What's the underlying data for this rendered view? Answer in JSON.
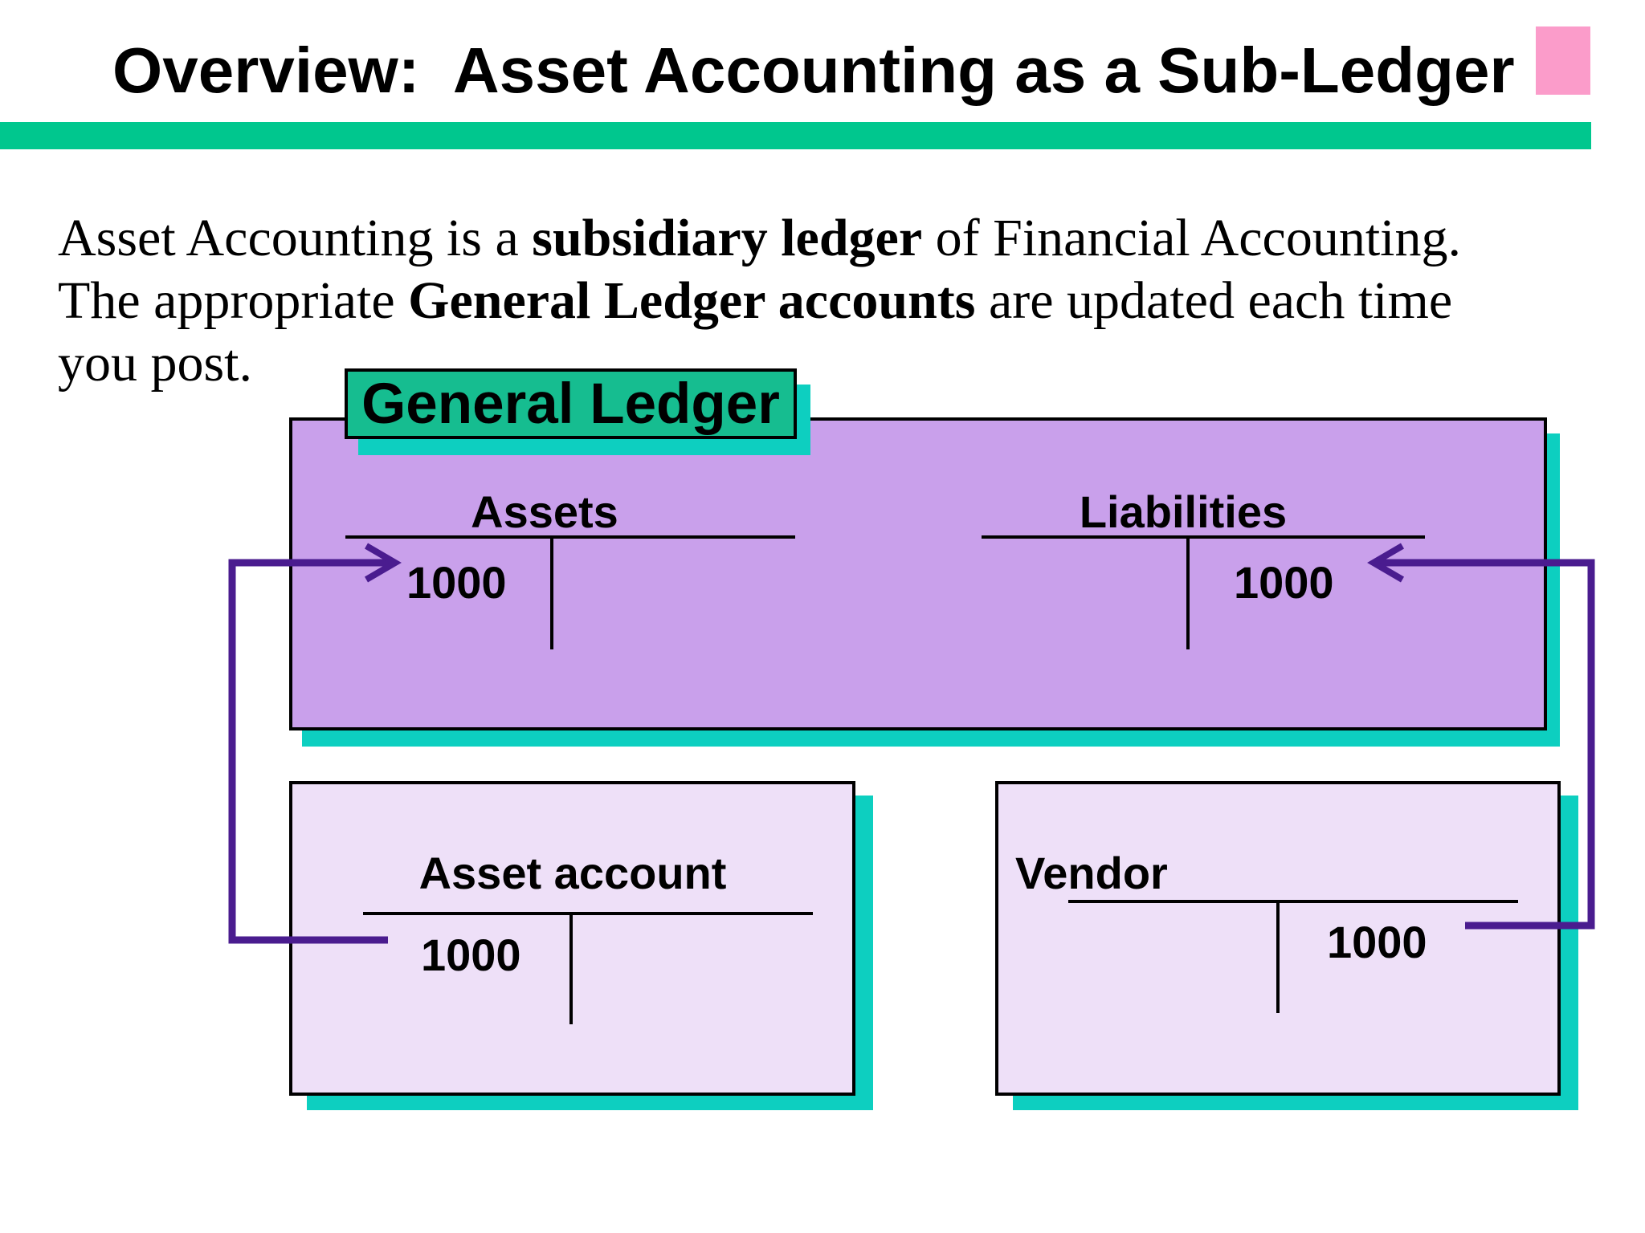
{
  "slide": {
    "title": "Overview:  Asset Accounting as a Sub-Ledger",
    "intro_lines": [
      {
        "pre": "Asset Accounting is a ",
        "bold": "subsidiary ledger",
        "post": " of Financial Accounting."
      },
      {
        "pre": "The appropriate ",
        "bold": "General Ledger accounts",
        "post": " are updated each time"
      },
      {
        "pre": "you post.",
        "bold": "",
        "post": ""
      }
    ]
  },
  "diagram": {
    "general_ledger_label": "General Ledger",
    "gl_accounts": [
      {
        "name": "Assets",
        "debit": "1000",
        "credit": ""
      },
      {
        "name": "Liabilities",
        "debit": "",
        "credit": "1000"
      }
    ],
    "sub_accounts": [
      {
        "name": "Asset account",
        "debit": "1000",
        "credit": ""
      },
      {
        "name": "Vendor",
        "debit": "",
        "credit": "1000"
      }
    ]
  },
  "colors": {
    "title_bar_teal": "#00C78E",
    "header_accent_pink": "#FB9CCA",
    "gl_plaque_green": "#16BD90",
    "shadow_turquoise": "#0DCFC0",
    "gl_box_purple": "#C9A0EB",
    "sub_box_lavender": "#EEE0F8",
    "connector_purple": "#4A1C8F"
  }
}
